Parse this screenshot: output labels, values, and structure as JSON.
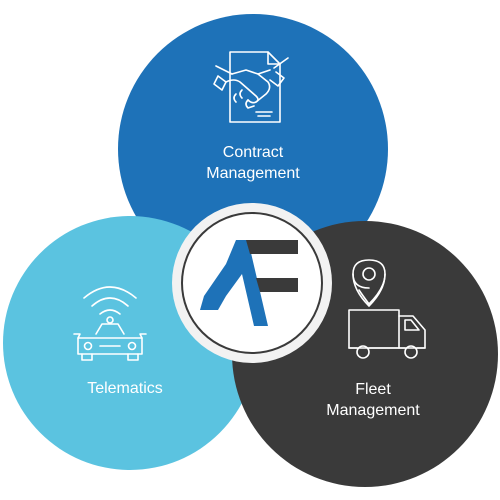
{
  "diagram": {
    "segments": [
      {
        "id": "contract",
        "label_line1": "Contract",
        "label_line2": "Management",
        "icon": "handshake-document-icon",
        "color": "#1e72b8"
      },
      {
        "id": "telematics",
        "label_line1": "Telematics",
        "icon": "connected-car-icon",
        "color": "#5bc3e0"
      },
      {
        "id": "fleet",
        "label_line1": "Fleet",
        "label_line2": "Management",
        "icon": "delivery-truck-location-icon",
        "color": "#3a3a3a"
      }
    ],
    "center_logo": {
      "icon": "af-logo-icon",
      "colors": [
        "#1e72b8",
        "#3a3a3a"
      ]
    }
  }
}
